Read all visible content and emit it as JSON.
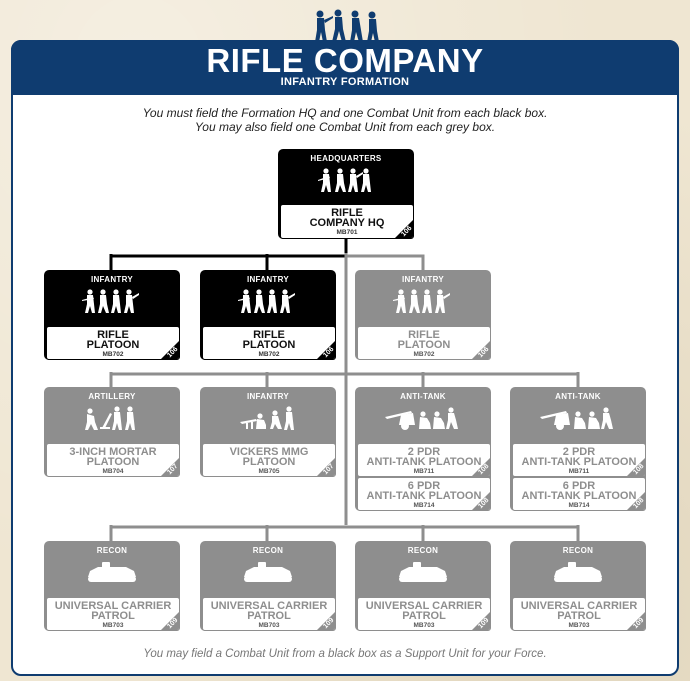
{
  "header": {
    "title": "RIFLE COMPANY",
    "subtitle": "INFANTRY FORMATION",
    "banner_icon": "soldiers-icon"
  },
  "instructions": {
    "line1": "You must field the Formation HQ and one Combat Unit from each black box.",
    "line2": "You may also field one Combat Unit from each grey box."
  },
  "footer": "You may field a Combat Unit from a black box as a Support Unit for your Force.",
  "colors": {
    "header_blue": "#0f3c70",
    "black_box": "#000000",
    "grey_box": "#8e8e8e"
  },
  "cards": {
    "hq": {
      "category": "HEADQUARTERS",
      "style": "black",
      "icon": "hq-soldiers-icon",
      "units": [
        {
          "line1": "RIFLE",
          "line2": "COMPANY HQ",
          "code": "MB701",
          "page": "106"
        }
      ]
    },
    "inf1": {
      "category": "INFANTRY",
      "style": "black",
      "icon": "rifle-platoon-icon",
      "units": [
        {
          "line1": "RIFLE",
          "line2": "PLATOON",
          "code": "MB702",
          "page": "106"
        }
      ]
    },
    "inf2": {
      "category": "INFANTRY",
      "style": "black",
      "icon": "rifle-platoon-icon",
      "units": [
        {
          "line1": "RIFLE",
          "line2": "PLATOON",
          "code": "MB702",
          "page": "106"
        }
      ]
    },
    "inf3": {
      "category": "INFANTRY",
      "style": "grey",
      "icon": "rifle-platoon-icon",
      "units": [
        {
          "line1": "RIFLE",
          "line2": "PLATOON",
          "code": "MB702",
          "page": "106"
        }
      ]
    },
    "art": {
      "category": "ARTILLERY",
      "style": "grey",
      "icon": "mortar-crew-icon",
      "units": [
        {
          "line1": "3-INCH MORTAR",
          "line2": "PLATOON",
          "code": "MB704",
          "page": "107"
        }
      ]
    },
    "mmg": {
      "category": "INFANTRY",
      "style": "grey",
      "icon": "mmg-crew-icon",
      "units": [
        {
          "line1": "VICKERS MMG",
          "line2": "PLATOON",
          "code": "MB705",
          "page": "107"
        }
      ]
    },
    "at1": {
      "category": "ANTI-TANK",
      "style": "grey",
      "icon": "anti-tank-gun-icon",
      "units": [
        {
          "line1": "2 PDR",
          "line2": "ANTI-TANK PLATOON",
          "code": "MB711",
          "page": "108"
        },
        {
          "line1": "6 PDR",
          "line2": "ANTI-TANK PLATOON",
          "code": "MB714",
          "page": "108"
        }
      ]
    },
    "at2": {
      "category": "ANTI-TANK",
      "style": "grey",
      "icon": "anti-tank-gun-icon",
      "units": [
        {
          "line1": "2 PDR",
          "line2": "ANTI-TANK PLATOON",
          "code": "MB711",
          "page": "108"
        },
        {
          "line1": "6 PDR",
          "line2": "ANTI-TANK PLATOON",
          "code": "MB714",
          "page": "108"
        }
      ]
    },
    "rc1": {
      "category": "RECON",
      "style": "grey",
      "icon": "carrier-icon",
      "units": [
        {
          "line1": "UNIVERSAL CARRIER",
          "line2": "PATROL",
          "code": "MB703",
          "page": "109"
        }
      ]
    },
    "rc2": {
      "category": "RECON",
      "style": "grey",
      "icon": "carrier-icon",
      "units": [
        {
          "line1": "UNIVERSAL CARRIER",
          "line2": "PATROL",
          "code": "MB703",
          "page": "109"
        }
      ]
    },
    "rc3": {
      "category": "RECON",
      "style": "grey",
      "icon": "carrier-icon",
      "units": [
        {
          "line1": "UNIVERSAL CARRIER",
          "line2": "PATROL",
          "code": "MB703",
          "page": "109"
        }
      ]
    },
    "rc4": {
      "category": "RECON",
      "style": "grey",
      "icon": "carrier-icon",
      "units": [
        {
          "line1": "UNIVERSAL CARRIER",
          "line2": "PATROL",
          "code": "MB703",
          "page": "109"
        }
      ]
    }
  }
}
